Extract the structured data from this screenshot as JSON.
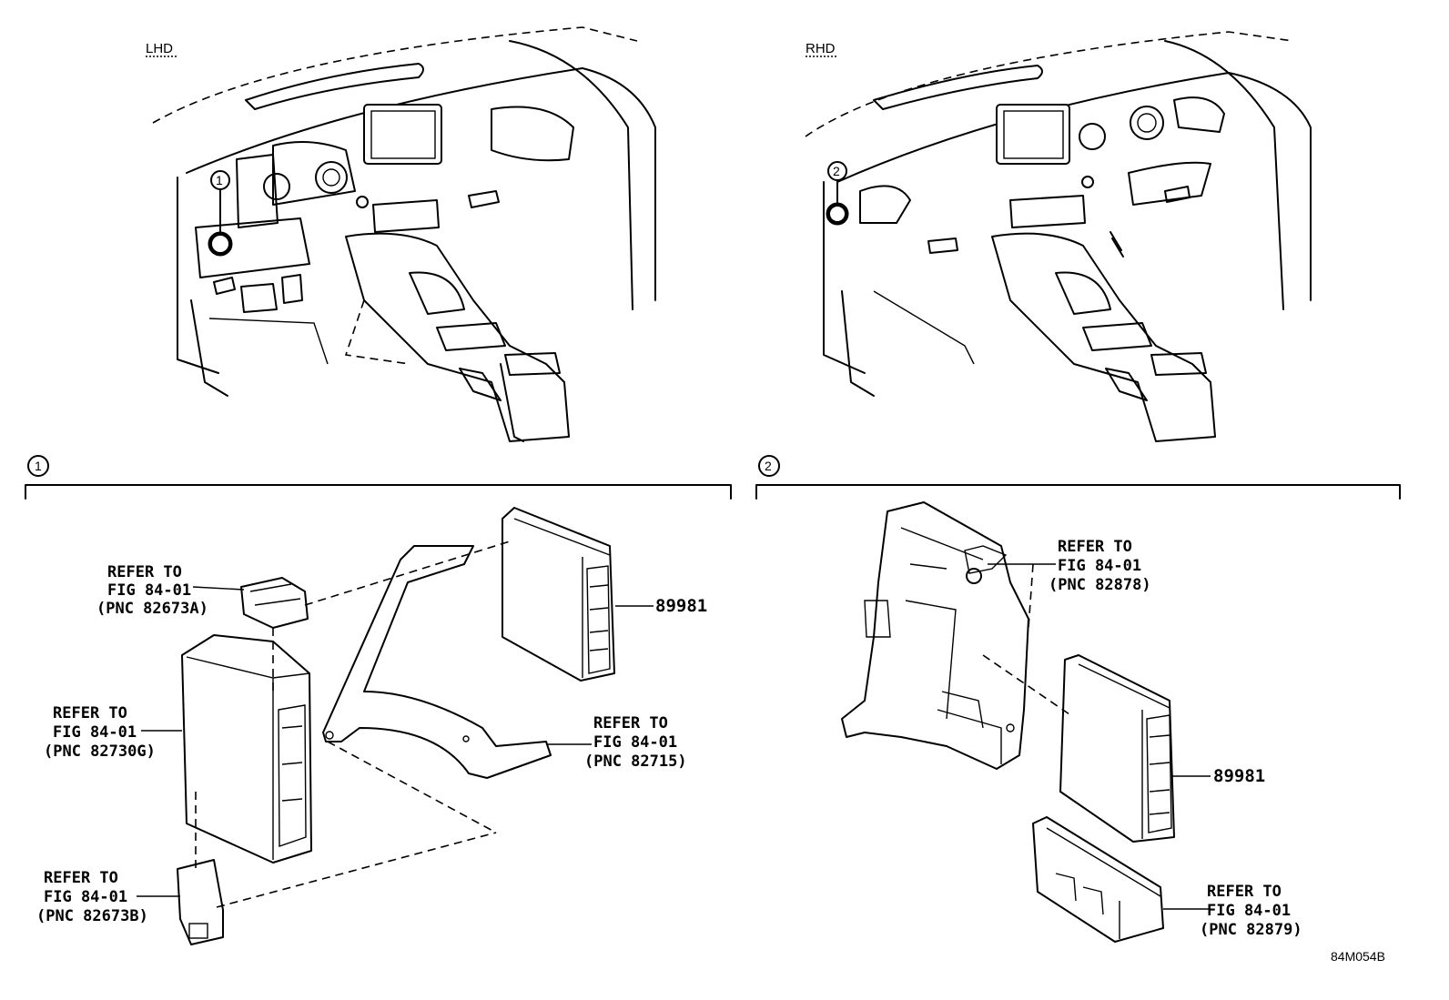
{
  "views": {
    "lhd": {
      "label": "LHD",
      "callout": "1"
    },
    "rhd": {
      "label": "RHD",
      "callout": "2"
    }
  },
  "sections": [
    {
      "number": "1"
    },
    {
      "number": "2"
    }
  ],
  "labels": {
    "sec1_top_left": {
      "line1": "REFER TO",
      "line2": "FIG 84-01",
      "line3": "(PNC 82673A)"
    },
    "sec1_mid_left": {
      "line1": "REFER TO",
      "line2": "FIG 84-01",
      "line3": "(PNC 82730G)"
    },
    "sec1_bottom_left": {
      "line1": "REFER TO",
      "line2": "FIG 84-01",
      "line3": "(PNC 82673B)"
    },
    "sec1_bracket": {
      "line1": "REFER TO",
      "line2": "FIG 84-01",
      "line3": "(PNC 82715)"
    },
    "sec1_part": {
      "text": "89981"
    },
    "sec2_top": {
      "line1": "REFER TO",
      "line2": "FIG 84-01",
      "line3": "(PNC 82878)"
    },
    "sec2_part": {
      "text": "89981"
    },
    "sec2_bottom": {
      "line1": "REFER TO",
      "line2": "FIG 84-01",
      "line3": "(PNC 82879)"
    }
  },
  "figure_code": "84M054B"
}
